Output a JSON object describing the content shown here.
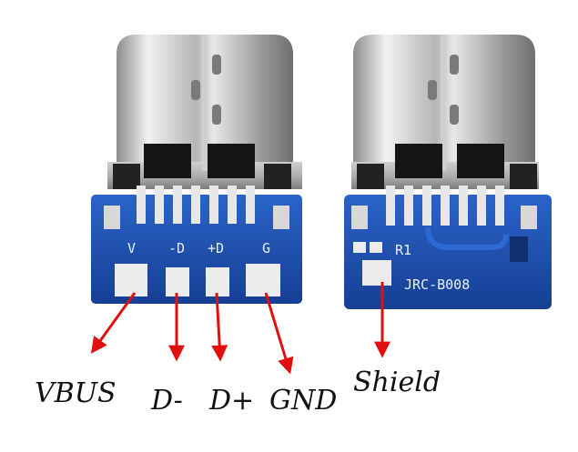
{
  "callouts": {
    "vbus": "VBUS",
    "dminus": "D-",
    "dplus": "D+",
    "gnd": "GND",
    "shield": "Shield"
  },
  "silkscreen": {
    "left_board": {
      "v": "V",
      "d_minus": "-D",
      "d_plus": "+D",
      "g": "G"
    },
    "right_board": {
      "r1": "R1",
      "part_number": "JRC-B008"
    }
  },
  "colors": {
    "pcb": "#1e4fb0",
    "metal": "#b9b9b9",
    "gold": "#d9b04a",
    "arrow": "#e01010"
  }
}
